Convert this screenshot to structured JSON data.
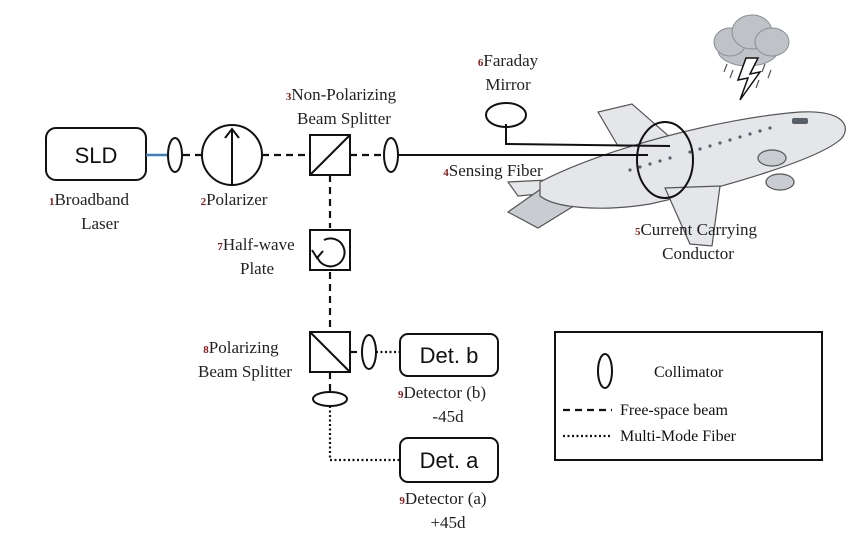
{
  "colors": {
    "number": "#8b1a1a",
    "line": "#111111",
    "sld_fiber": "#3a7fb5",
    "plane_body": "#e4e6ea",
    "cloud": "#bfc3c8"
  },
  "icons": {
    "aircraft": "airplane-icon",
    "storm": "storm-cloud-icon"
  },
  "sld": {
    "label": "SLD"
  },
  "det_a": {
    "label": "Det. a"
  },
  "det_b": {
    "label": "Det. b"
  },
  "components": {
    "laser": {
      "num": "1",
      "line1": "Broadband",
      "line2": "Laser"
    },
    "polarizer": {
      "num": "2",
      "line1": "Polarizer"
    },
    "npbs": {
      "num": "3",
      "line1": "Non-Polarizing",
      "line2": "Beam Splitter"
    },
    "fiber": {
      "num": "4",
      "line1": "Sensing Fiber"
    },
    "conductor": {
      "num": "5",
      "line1": "Current Carrying",
      "line2": "Conductor"
    },
    "faraday": {
      "num": "6",
      "line1": "Faraday",
      "line2": "Mirror"
    },
    "halfwave": {
      "num": "7",
      "line1": "Half-wave",
      "line2": "Plate"
    },
    "pbs": {
      "num": "8",
      "line1": "Polarizing",
      "line2": "Beam Splitter"
    },
    "detb": {
      "num": "9",
      "line1": "Detector (b)",
      "line2": "-45d"
    },
    "deta": {
      "num": "9",
      "line1": "Detector (a)",
      "line2": "+45d"
    }
  },
  "legend": {
    "collimator": "Collimator",
    "free_space": "Free-space beam",
    "mmf": "Multi-Mode Fiber"
  }
}
